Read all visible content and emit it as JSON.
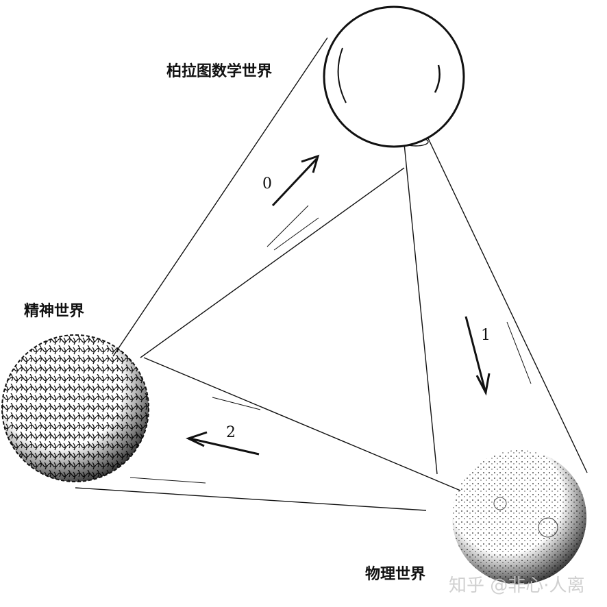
{
  "labels": {
    "platonic_world": "柏拉图数学世界",
    "mental_world": "精神世界",
    "physical_world": "物理世界"
  },
  "arrows": {
    "arrow_0": "0",
    "arrow_1": "1",
    "arrow_2": "2"
  },
  "watermark": "知乎 @非心·人离"
}
